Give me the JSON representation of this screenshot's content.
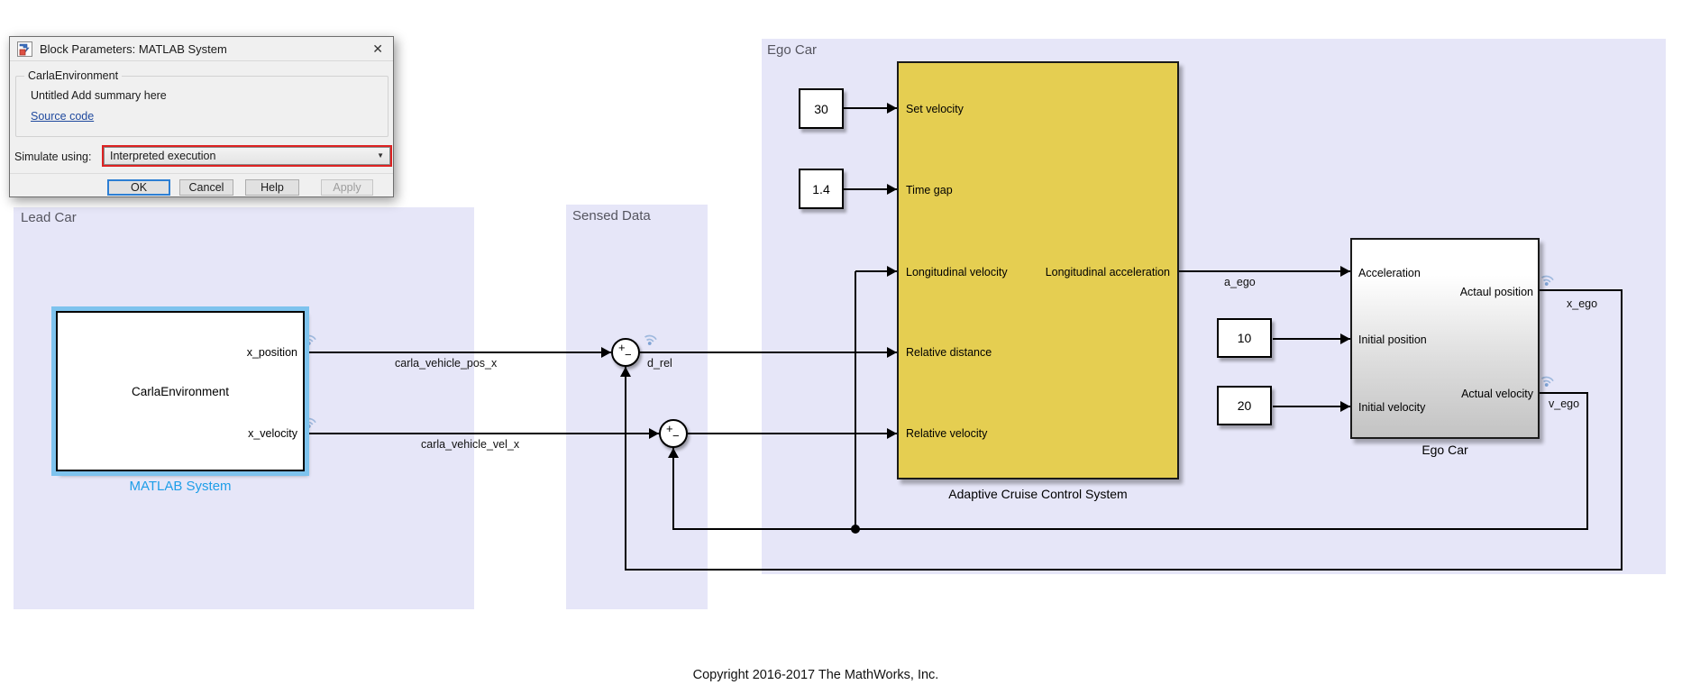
{
  "dialog": {
    "title": "Block Parameters: MATLAB System",
    "close_glyph": "✕",
    "group_title": "CarlaEnvironment",
    "summary": "Untitled Add summary here",
    "source_link": "Source code",
    "simulate_label": "Simulate using:",
    "simulate_value": "Interpreted execution",
    "combo_arrow_glyph": "▼",
    "buttons": {
      "ok": "OK",
      "cancel": "Cancel",
      "help": "Help",
      "apply": "Apply"
    }
  },
  "regions": {
    "lead_car": "Lead Car",
    "sensed_data": "Sensed Data",
    "ego_car": "Ego Car"
  },
  "blocks": {
    "carla": {
      "title": "CarlaEnvironment",
      "caption": "MATLAB System",
      "out1": "x_position",
      "out2": "x_velocity"
    },
    "acc": {
      "caption": "Adaptive Cruise Control System",
      "inputs": [
        "Set velocity",
        "Time gap",
        "Longitudinal velocity",
        "Relative distance",
        "Relative velocity"
      ],
      "output": "Longitudinal acceleration"
    },
    "ego": {
      "caption": "Ego Car",
      "inputs": [
        "Acceleration",
        "Initial position",
        "Initial velocity"
      ],
      "outputs": [
        "Actaul position",
        "Actual velocity"
      ]
    },
    "constants": {
      "set_velocity": "30",
      "time_gap": "1.4",
      "initial_position": "10",
      "initial_velocity": "20"
    },
    "sum": {
      "plus": "+",
      "minus": "−"
    }
  },
  "signals": {
    "pos": "carla_vehicle_pos_x",
    "vel": "carla_vehicle_vel_x",
    "d_rel": "d_rel",
    "a_ego": "a_ego",
    "x_ego": "x_ego",
    "v_ego": "v_ego"
  },
  "footer": {
    "copyright": "Copyright 2016-2017 The MathWorks, Inc."
  },
  "colors": {
    "region_lavender": "#e6e6f8",
    "acc_yellow": "#e5ce51",
    "selection_blue": "#7ec3ee",
    "matlab_label_blue": "#1e9ee8",
    "dropdown_highlight_red": "#dd2222",
    "link_blue": "#204a9e",
    "ok_focus_border": "#2d7fd4"
  }
}
